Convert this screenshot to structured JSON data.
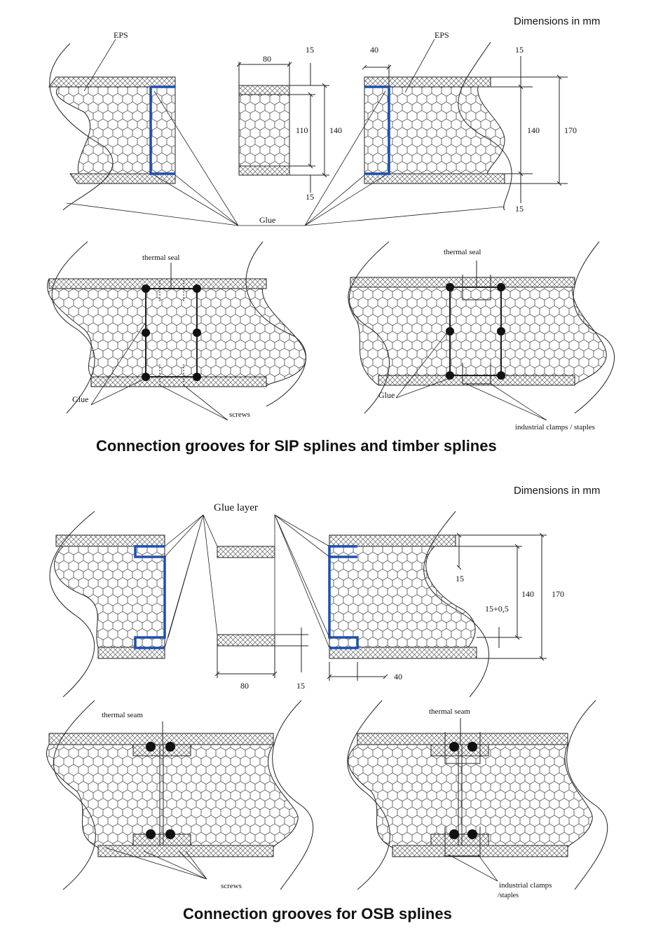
{
  "colors": {
    "spline_outline": "#1e4fb0",
    "line": "#222222",
    "background": "#ffffff"
  },
  "top_section": {
    "dimensions_note": "Dimensions in mm",
    "labels": {
      "eps_left": "EPS",
      "eps_right": "EPS",
      "glue": "Glue",
      "thermal_seal_left": "thermal seal",
      "thermal_seal_right": "thermal seal",
      "glue_bottom_left": "Glue",
      "glue_bottom_right": "Glue",
      "screws": "screws",
      "clamps": "industrial clamps / staples"
    },
    "dims": {
      "spline_width": "80",
      "groove_depth": "40",
      "osb_top_mid": "15",
      "osb_top_right": "15",
      "core_110": "110",
      "spline_140": "140",
      "osb_bottom_mid": "15",
      "panel_140": "140",
      "panel_170": "170",
      "osb_bottom_right": "15"
    },
    "caption": "Connection grooves for SIP splines and timber splines"
  },
  "bottom_section": {
    "dimensions_note": "Dimensions in mm",
    "labels": {
      "glue_layer": "Glue layer",
      "thermal_seam_left": "thermal seam",
      "thermal_seam_right": "thermal seam",
      "screws": "screws",
      "clamps_line1": "industrial clamps",
      "clamps_line2": "/staples"
    },
    "dims": {
      "osb_15_top": "15",
      "groove_140": "140",
      "panel_170": "170",
      "tolerance": "15+0,5",
      "osb_width": "80",
      "osb_thickness": "15",
      "groove_40": "40"
    },
    "caption": "Connection grooves for OSB splines"
  }
}
